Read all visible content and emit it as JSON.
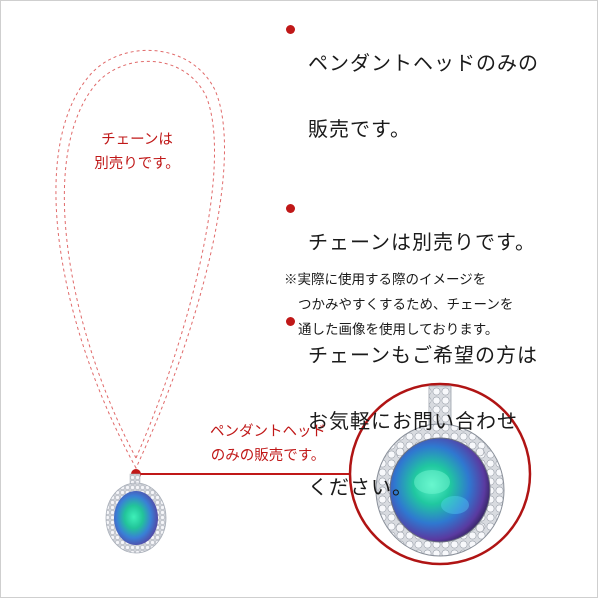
{
  "bullets": [
    {
      "lines": [
        "ペンダントヘッドのみの",
        "販売です。"
      ]
    },
    {
      "lines": [
        "チェーンは別売りです。"
      ]
    },
    {
      "lines": [
        "チェーンもご希望の方は",
        "お気軽にお問い合わせ",
        "ください。"
      ]
    }
  ],
  "note": {
    "line1": "※実際に使用する際のイメージを",
    "line2": "つかみやすくするため、チェーンを",
    "line3": "通した画像を使用しております。"
  },
  "chain_label": {
    "line1": "チェーンは",
    "line2": "別売りです。"
  },
  "pendant_label": {
    "line1": "ペンダントヘッド",
    "line2": "のみの販売です。"
  },
  "colors": {
    "accent": "#c01818",
    "text": "#1a1a1a",
    "chain_dash": "#e06a6a",
    "opal_green": "#22c49a",
    "opal_blue": "#3a7fd6",
    "opal_purple": "#6a4aa8",
    "metal": "#e4e6ea"
  }
}
